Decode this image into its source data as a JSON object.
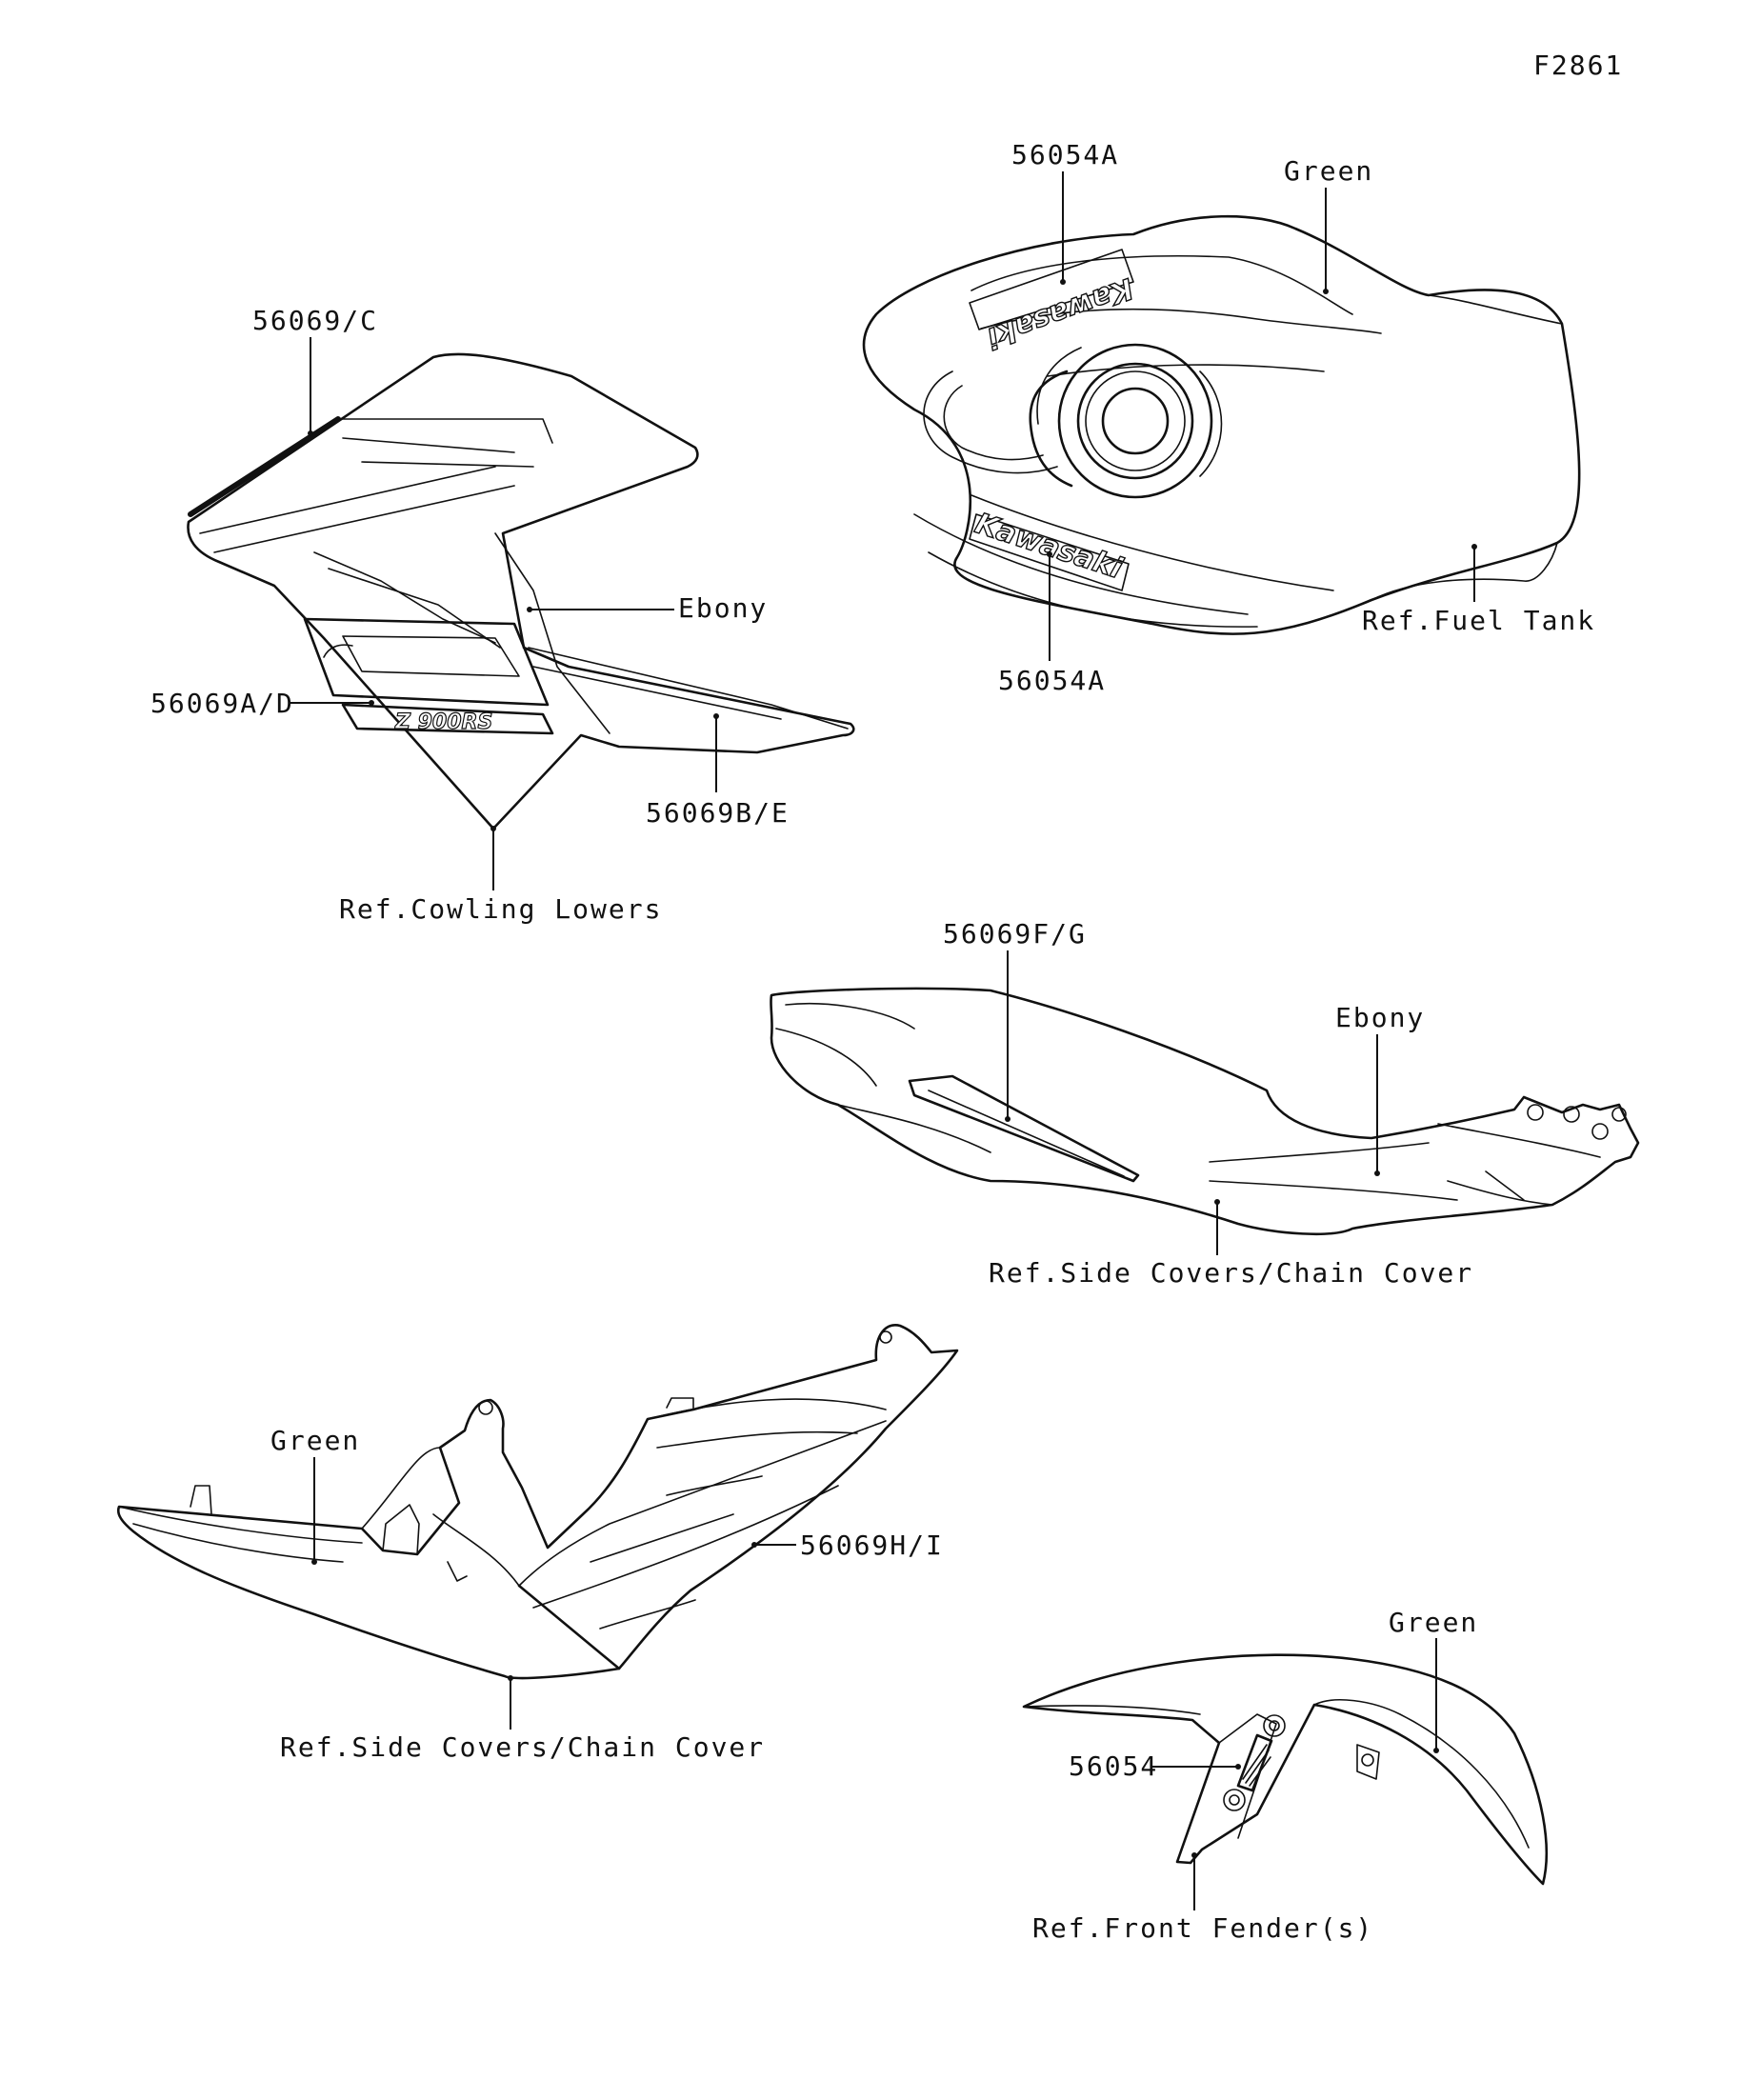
{
  "figure_code": "F2861",
  "groups": {
    "fuel_tank": {
      "labels": {
        "part_top": "56054A",
        "color": "Green",
        "part_bottom": "56054A",
        "ref": "Ref.Fuel Tank"
      },
      "logo_text": "Kawasaki"
    },
    "cowling": {
      "labels": {
        "part_upper": "56069/C",
        "color": "Ebony",
        "part_mid": "56069A/D",
        "part_lower": "56069B/E",
        "ref": "Ref.Cowling Lowers"
      },
      "badge_text": "Z 900RS"
    },
    "side_cover_upper": {
      "labels": {
        "part": "56069F/G",
        "color": "Ebony",
        "ref": "Ref.Side Covers/Chain Cover"
      }
    },
    "side_cover_lower": {
      "labels": {
        "color": "Green",
        "part": "56069H/I",
        "ref": "Ref.Side Covers/Chain Cover"
      }
    },
    "front_fender": {
      "labels": {
        "color": "Green",
        "part": "56054",
        "ref": "Ref.Front Fender(s)"
      }
    }
  },
  "colors": {
    "line": "#111111",
    "background": "#ffffff"
  }
}
